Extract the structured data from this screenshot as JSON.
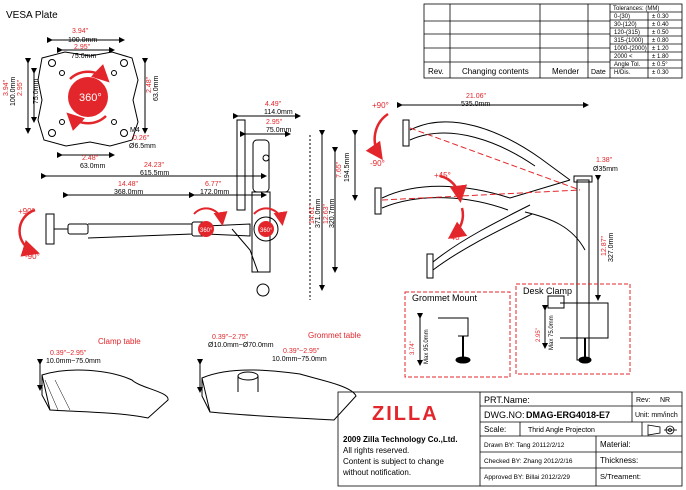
{
  "vesa": {
    "title": "VESA Plate",
    "rotation": "360°",
    "w_in": "3.94\"",
    "w_mm": "100.0mm",
    "w2_in": "2.95\"",
    "w2_mm": "75.0mm",
    "h_in": "3.94\"",
    "h_mm": "100.0mm",
    "h2_in": "2.95\"",
    "h2_mm": "75.0mm",
    "r_in": "2.48\"",
    "r_mm": "63.0mm",
    "bolt": "M4",
    "hole_in": "0.26\"",
    "hole_mm": "Ø6.5mm",
    "b_in": "2.48\"",
    "b_mm": "63.0mm"
  },
  "side": {
    "a_in": "4.49\"",
    "a_mm": "114.0mm",
    "b_in": "2.95\"",
    "b_mm": "75.0mm"
  },
  "top": {
    "len_in": "24.23\"",
    "len_mm": "615.5mm",
    "seg1_in": "14.48\"",
    "seg1_mm": "368.0mm",
    "seg2_in": "6.77\"",
    "seg2_mm": "172.0mm",
    "tilt_up": "+90°",
    "tilt_down": "-90°",
    "rot1": "360°",
    "rot2": "360°"
  },
  "front": {
    "w_in": "21.06\"",
    "w_mm": "535.0mm",
    "tilt_up": "+90°",
    "tilt_down": "-90°",
    "arm_up": "+45°",
    "arm_down": "-40°",
    "h1_in": "7.65\"",
    "h1_mm": "194.5mm",
    "h2_in": "12.63\"",
    "h2_mm": "320.7mm",
    "h3_in": "14.61\"",
    "h3_mm": "371.0mm",
    "pole_in": "1.38\"",
    "pole_mm": "Ø35mm",
    "pole_h_in": "12.87\"",
    "pole_h_mm": "327.0mm"
  },
  "grommet": {
    "title": "Grommet Mount",
    "h_in": "3.74\"",
    "h_mm": "Max 95.0mm",
    "table_label": "Grommet  table",
    "range_in": "0.39\"~2.95\"",
    "range_mm": "10.0mm~75.0mm",
    "hole_in": "0.39\"~2.75\"",
    "hole_mm": "Ø10.0mm~Ø70.0mm"
  },
  "clamp": {
    "title": "Desk Clamp",
    "h_in": "2.95\"",
    "h_mm": "Max 75.0mm",
    "table_label": "Clamp  table",
    "range_in": "0.39\"~2.95\"",
    "range_mm": "10.0mm~75.0mm"
  },
  "tolerances": {
    "title": "Tolerances: (MM)",
    "rows": [
      [
        "0-(30)",
        "± 0.30"
      ],
      [
        "30-(120)",
        "± 0.40"
      ],
      [
        "120-(315)",
        "± 0.50"
      ],
      [
        "315-(1000)",
        "± 0.80"
      ],
      [
        "1000-(2000)",
        "± 1.20"
      ],
      [
        "2000 <",
        "± 1.80"
      ],
      [
        "Angle Tol.",
        "± 0.5°"
      ],
      [
        "H/Dis.",
        "± 0.30"
      ]
    ]
  },
  "revision": {
    "rev": "Rev.",
    "contents": "Changing contents",
    "mender": "Mender",
    "date": "Date"
  },
  "titleblock": {
    "logo": "ZILLA",
    "company": "2009 Zilla Technology Co.,Ltd.",
    "rights": "All rights reserved.",
    "notice1": "Content is subject to change",
    "notice2": "without notification.",
    "prt_label": "PRT.Name:",
    "rev_label": "Rev:",
    "rev_value": "NR",
    "dwg_label": "DWG.NO:",
    "dwg_value": "DMAG-ERG4018-E7",
    "unit": "Unit: mm/inch",
    "scale_label": "Scale:",
    "projection": "Thrid Angle Projecton",
    "drawn": "Drawn BY:  Tang  20112/2/12",
    "checked": "Checked BY:  Zhang  2012/2/16",
    "approved": "Approved BY:  Billai  2012/2/29",
    "material": "Material:",
    "thickness": "Thickness:",
    "treatment": "S/Treament:"
  }
}
